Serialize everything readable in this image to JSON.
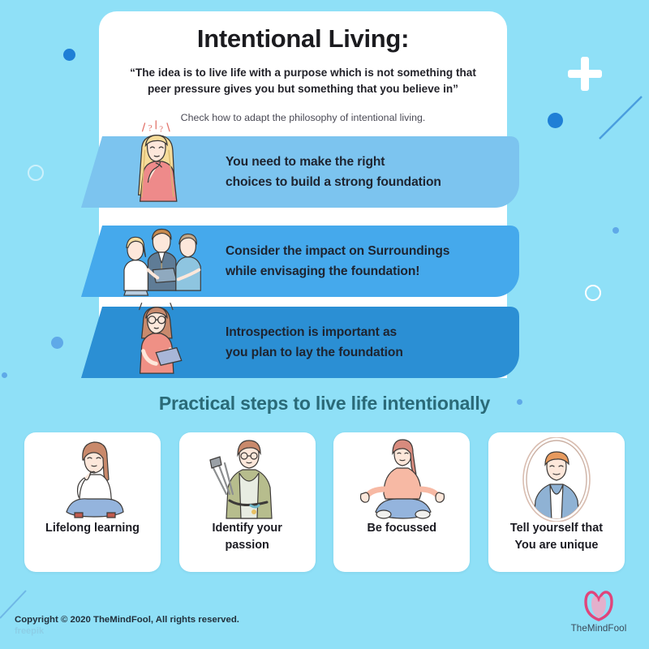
{
  "page": {
    "background_color": "#8fe0f7",
    "panel_color": "#ffffff"
  },
  "header": {
    "title": "Intentional Living:",
    "quote": "“The idea is to live life with a purpose which is not something that peer pressure gives you but something that you believe in”",
    "subtitle": "Check how to adapt the philosophy of intentional living."
  },
  "banners": [
    {
      "id": "banner-1",
      "color": "#7cc4ef",
      "line1": "You need to make the right",
      "line2": "choices to build a strong foundation",
      "illustration": "woman-thinking-illustration"
    },
    {
      "id": "banner-2",
      "color": "#45a9ec",
      "line1": "Consider the impact on Surroundings",
      "line2": "while envisaging the foundation!",
      "illustration": "three-colleagues-discussing-illustration"
    },
    {
      "id": "banner-3",
      "color": "#2b8fd4",
      "line1": "Introspection is important as",
      "line2": "you plan to lay the foundation",
      "illustration": "woman-with-tablet-illustration"
    }
  ],
  "section": {
    "heading": "Practical steps to live life intentionally",
    "heading_color": "#2a6a78"
  },
  "cards": [
    {
      "id": "card-lifelong-learning",
      "line1": "Lifelong learning",
      "line2": "",
      "illustration": "woman-sitting-cross-legged-thinking-illustration"
    },
    {
      "id": "card-identify-passion",
      "line1": "Identify your",
      "line2": "passion",
      "illustration": "woman-artist-with-brushes-illustration"
    },
    {
      "id": "card-be-focussed",
      "line1": "Be focussed",
      "line2": "",
      "illustration": "woman-meditating-lotus-pose-illustration"
    },
    {
      "id": "card-you-are-unique",
      "line1": "Tell yourself that",
      "line2": "You are unique",
      "illustration": "man-portrait-in-oval-frame-illustration"
    }
  ],
  "footer": {
    "copyright": "Copyright © 2020 TheMindFool, All rights reserved.",
    "watermark": "freepik",
    "brand_name": "TheMindFool",
    "brand_color": "#e0457b"
  },
  "decorations": {
    "plus_color": "#ffffff",
    "dot_dark": "#1f7fd6",
    "dot_mid": "#5fa9e8",
    "ring_white": "#ffffff",
    "line_blue": "#4a9ede"
  }
}
